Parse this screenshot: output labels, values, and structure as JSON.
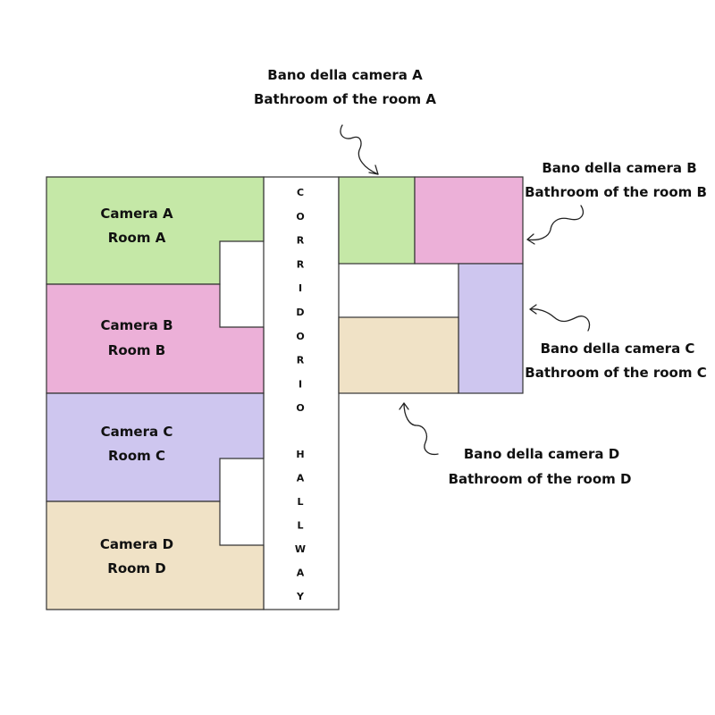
{
  "colors": {
    "green": "#c5e8a7",
    "pink": "#ecb0d8",
    "lavender": "#cec6ef",
    "beige": "#f0e2c6",
    "outline": "#333333"
  },
  "rooms": [
    {
      "id": "a",
      "line1": "Camera A",
      "line2": "Room A"
    },
    {
      "id": "b",
      "line1": "Camera B",
      "line2": "Room B"
    },
    {
      "id": "c",
      "line1": "Camera C",
      "line2": "Room C"
    },
    {
      "id": "d",
      "line1": "Camera D",
      "line2": "Room D"
    }
  ],
  "hallway": {
    "italian": [
      "C",
      "O",
      "R",
      "R",
      "I",
      "D",
      "O",
      "R",
      "I",
      "O"
    ],
    "english": [
      "H",
      "A",
      "L",
      "L",
      "W",
      "A",
      "Y"
    ]
  },
  "bathrooms": [
    {
      "id": "a",
      "line1": "Bano della camera A",
      "line2": "Bathroom of the room A"
    },
    {
      "id": "b",
      "line1": "Bano della camera B",
      "line2": "Bathroom of the room B"
    },
    {
      "id": "c",
      "line1": "Bano della camera C",
      "line2": "Bathroom of the room C"
    },
    {
      "id": "d",
      "line1": "Bano della camera D",
      "line2": "Bathroom of the room D"
    }
  ]
}
